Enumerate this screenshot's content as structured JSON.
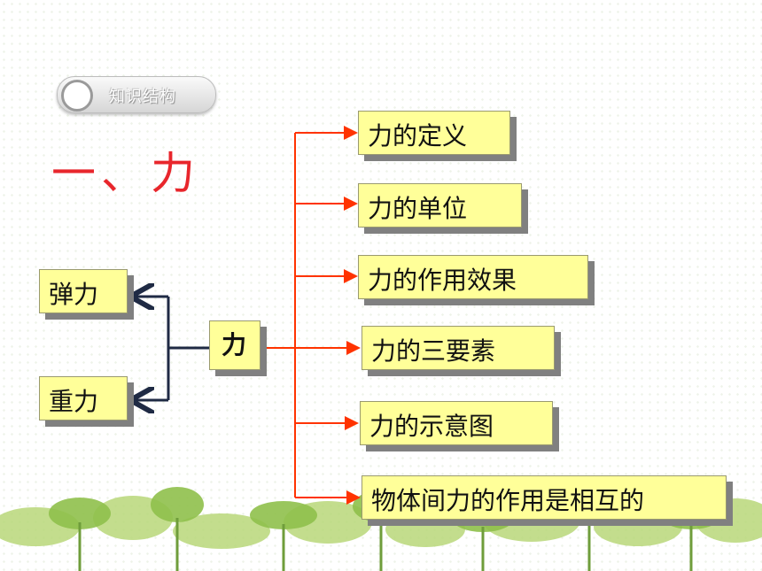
{
  "badge": {
    "label": "知识结构"
  },
  "title": "一、力",
  "center": {
    "label": "力"
  },
  "left_nodes": [
    {
      "label": "弹力"
    },
    {
      "label": "重力"
    }
  ],
  "right_nodes": [
    {
      "label": "力的定义"
    },
    {
      "label": "力的单位"
    },
    {
      "label": "力的作用效果"
    },
    {
      "label": "力的三要素"
    },
    {
      "label": "力的示意图"
    },
    {
      "label": "物体间力的作用是相互的"
    }
  ],
  "colors": {
    "title": "#e8262c",
    "right_connector": "#ff3300",
    "left_connector": "#1f2a44",
    "node_fill": "#ffff99",
    "node_shadow": "#808080"
  }
}
